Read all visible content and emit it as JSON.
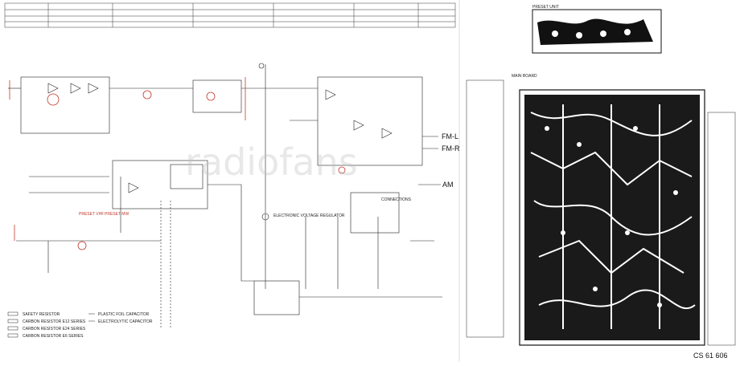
{
  "schematic": {
    "labels": {
      "fm_l": "FM-L",
      "fm_r": "FM-R",
      "am": "AM",
      "preset_vhf": "PRESET VHF",
      "preset_mw": "PRESET MW",
      "electronic_voltage_regulator": "ELECTRONIC VOLTAGE REGULATOR",
      "connections": "CONNECTIONS"
    },
    "legend_items": [
      {
        "text": "SAFETY RESISTOR"
      },
      {
        "text": "CARBON RESISTOR E12 SERIES"
      },
      {
        "text": "CARBON RESISTOR E24 SERIES"
      },
      {
        "text": "CARBON RESISTOR E6 SERIES"
      },
      {
        "text": "PLASTIC FOIL CAPACITOR"
      },
      {
        "text": "ELECTROLYTIC CAPACITOR"
      }
    ],
    "accent_color": "#c0392b"
  },
  "pcb": {
    "labels": {
      "print_header": "PRESET UNIT",
      "main_board": "MAIN BOARD"
    },
    "catalog_code": "CS 61 606"
  },
  "watermark": "radiofans"
}
